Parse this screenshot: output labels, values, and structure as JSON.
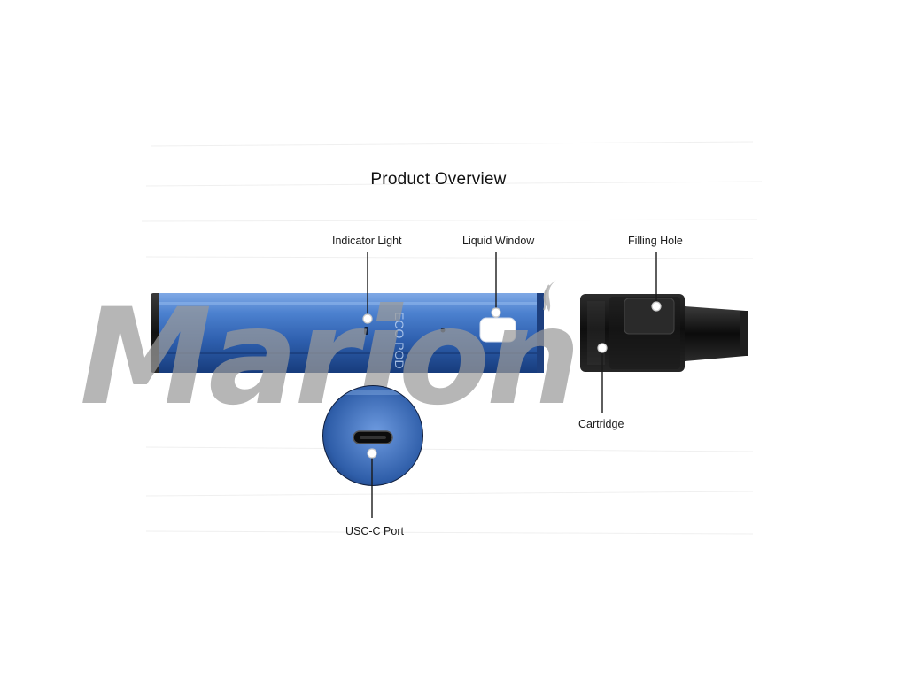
{
  "title": "Product Overview",
  "callouts": {
    "indicator_light": "Indicator Light",
    "liquid_window": "Liquid Window",
    "filling_hole": "Filling Hole",
    "cartridge": "Cartridge",
    "usb_port": "USC-C Port"
  },
  "device_print": {
    "brand_vertical": "ECO POD"
  },
  "watermark": {
    "text": "Marion"
  },
  "colors": {
    "body_blue": "#3a6fbf",
    "body_blue_dark": "#163a78",
    "tip_black": "#1b1b1b",
    "watermark_gray": "#9a9a9a",
    "marker_white": "#ffffff"
  }
}
